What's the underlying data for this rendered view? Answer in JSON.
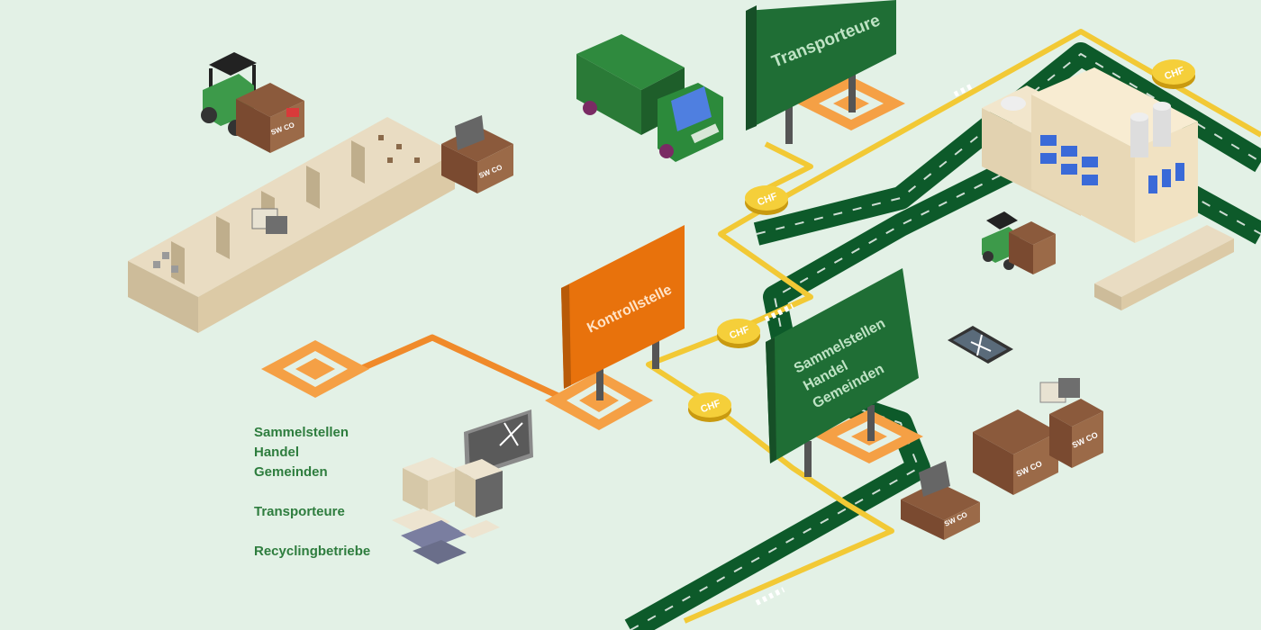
{
  "signs": {
    "transporteure": "Transporteure",
    "kontrollstelle": "Kontrollstelle",
    "sammelstellen_line1": "Sammelstellen",
    "sammelstellen_line2": "Handel",
    "sammelstellen_line3": "Gemeinden"
  },
  "legend": {
    "sammelstellen": "Sammelstellen",
    "handel": "Handel",
    "gemeinden": "Gemeinden",
    "transporteure": "Transporteure",
    "recyclingbetriebe": "Recyclingbetriebe"
  },
  "coins": {
    "label": "CHF"
  },
  "boxes": {
    "label": "SW CO"
  },
  "colors": {
    "background": "#e3f1e6",
    "dark_green": "#0d5a2a",
    "sign_green": "#1f6e35",
    "orange": "#f08a2a",
    "yellow": "#f2c935",
    "cream": "#e9dcc2",
    "legend_text": "#2e7d3e"
  }
}
